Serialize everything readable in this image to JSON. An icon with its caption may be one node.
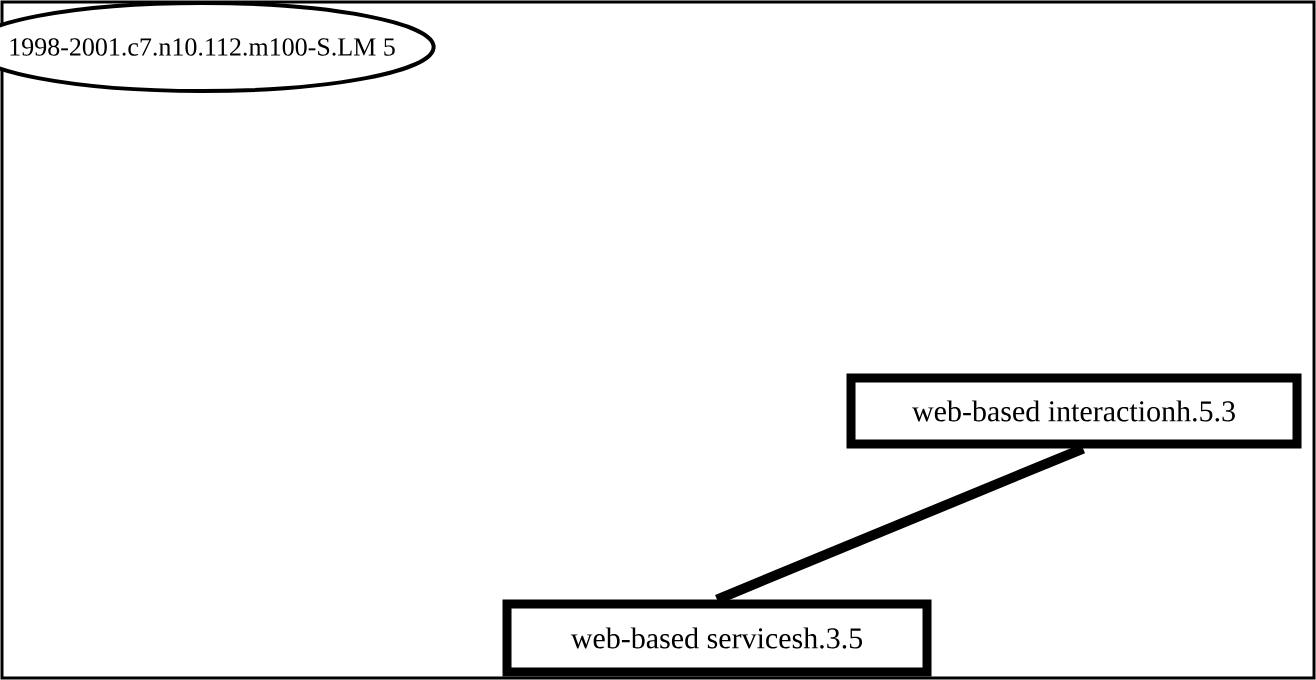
{
  "diagram": {
    "nodes": [
      {
        "text": [
          "1998-2001.c7.n10.112.m100-S.LM 5"
        ]
      },
      {
        "text": [
          "web-based interactionh.5.3"
        ]
      },
      {
        "text": [
          "web-based servicesh.3.5"
        ]
      }
    ],
    "edges": [
      {
        "from": 1,
        "to": 2,
        "arrow": "none"
      }
    ]
  }
}
